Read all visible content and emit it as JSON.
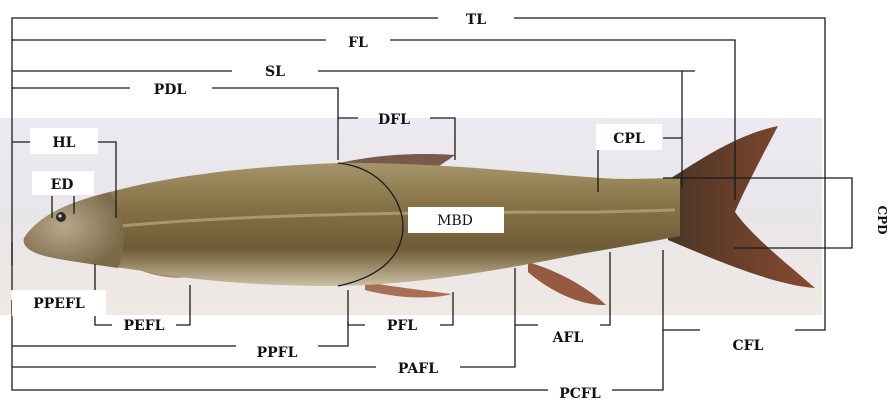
{
  "labels": {
    "tl": "TL",
    "fl": "FL",
    "sl": "SL",
    "pdl": "PDL",
    "dfl": "DFL",
    "hl": "HL",
    "cpl": "CPL",
    "ed": "ED",
    "mbd": "MBD",
    "cpd": "CPD",
    "ppefl": "PPEFL",
    "pefl": "PEFL",
    "pfl": "PFL",
    "afl": "AFL",
    "cfl": "CFL",
    "ppfl": "PPFL",
    "pafl": "PAFL",
    "pcfl": "PCFL"
  }
}
